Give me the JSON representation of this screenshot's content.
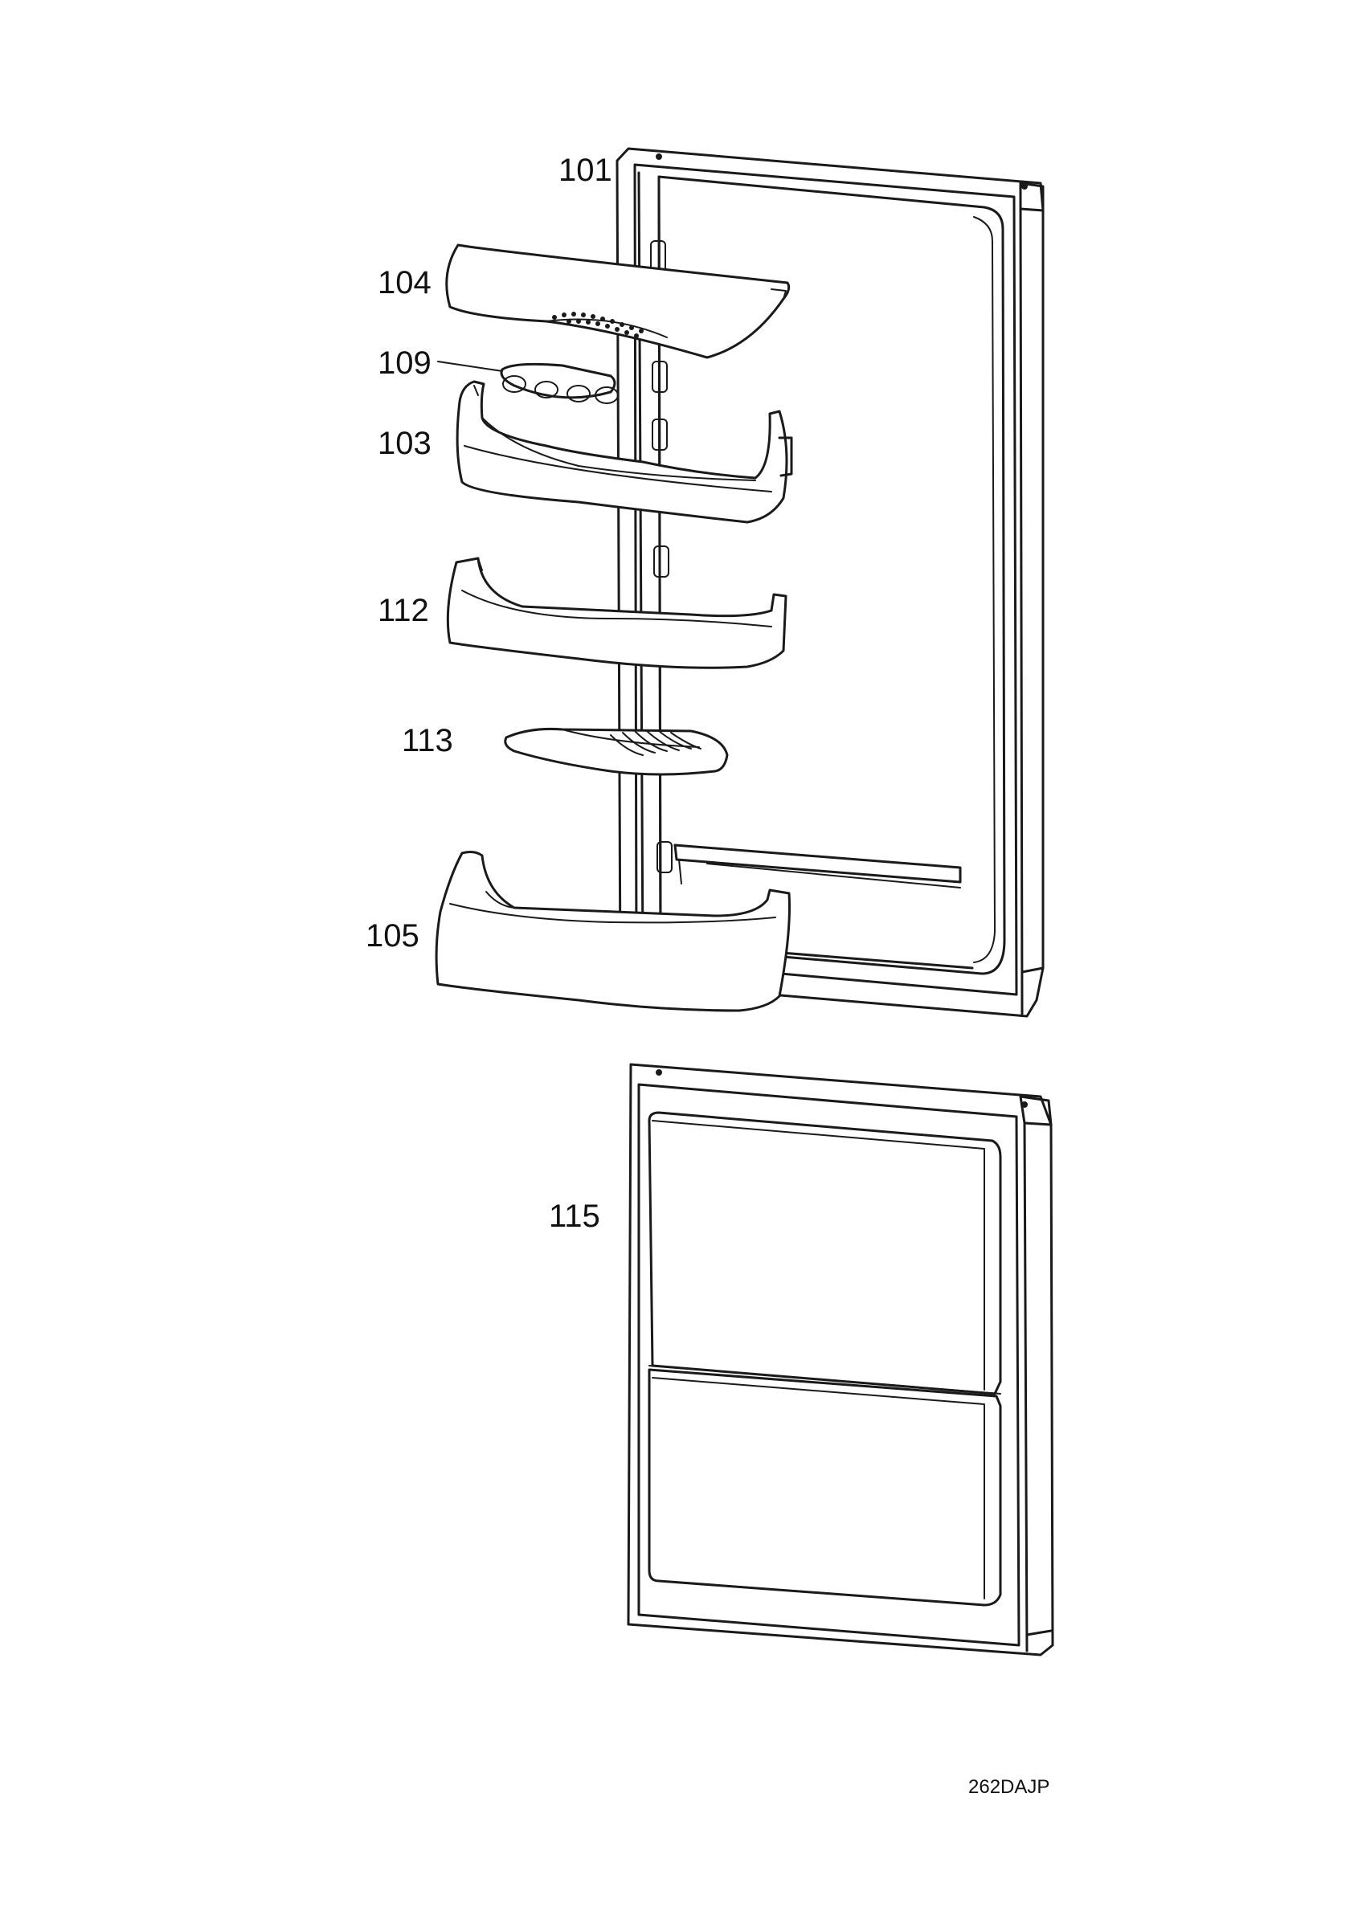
{
  "parts": [
    {
      "id": "door-upper",
      "label": "101"
    },
    {
      "id": "dairy-cover",
      "label": "104"
    },
    {
      "id": "egg-tray",
      "label": "109"
    },
    {
      "id": "shelf-upper",
      "label": "103"
    },
    {
      "id": "shelf-middle",
      "label": "112"
    },
    {
      "id": "bottle-rack",
      "label": "113"
    },
    {
      "id": "shelf-bottom",
      "label": "105"
    },
    {
      "id": "door-lower",
      "label": "115"
    }
  ],
  "drawing_code": "262DAJP",
  "colors": {
    "line": "#1a1a1a",
    "background": "#ffffff"
  }
}
